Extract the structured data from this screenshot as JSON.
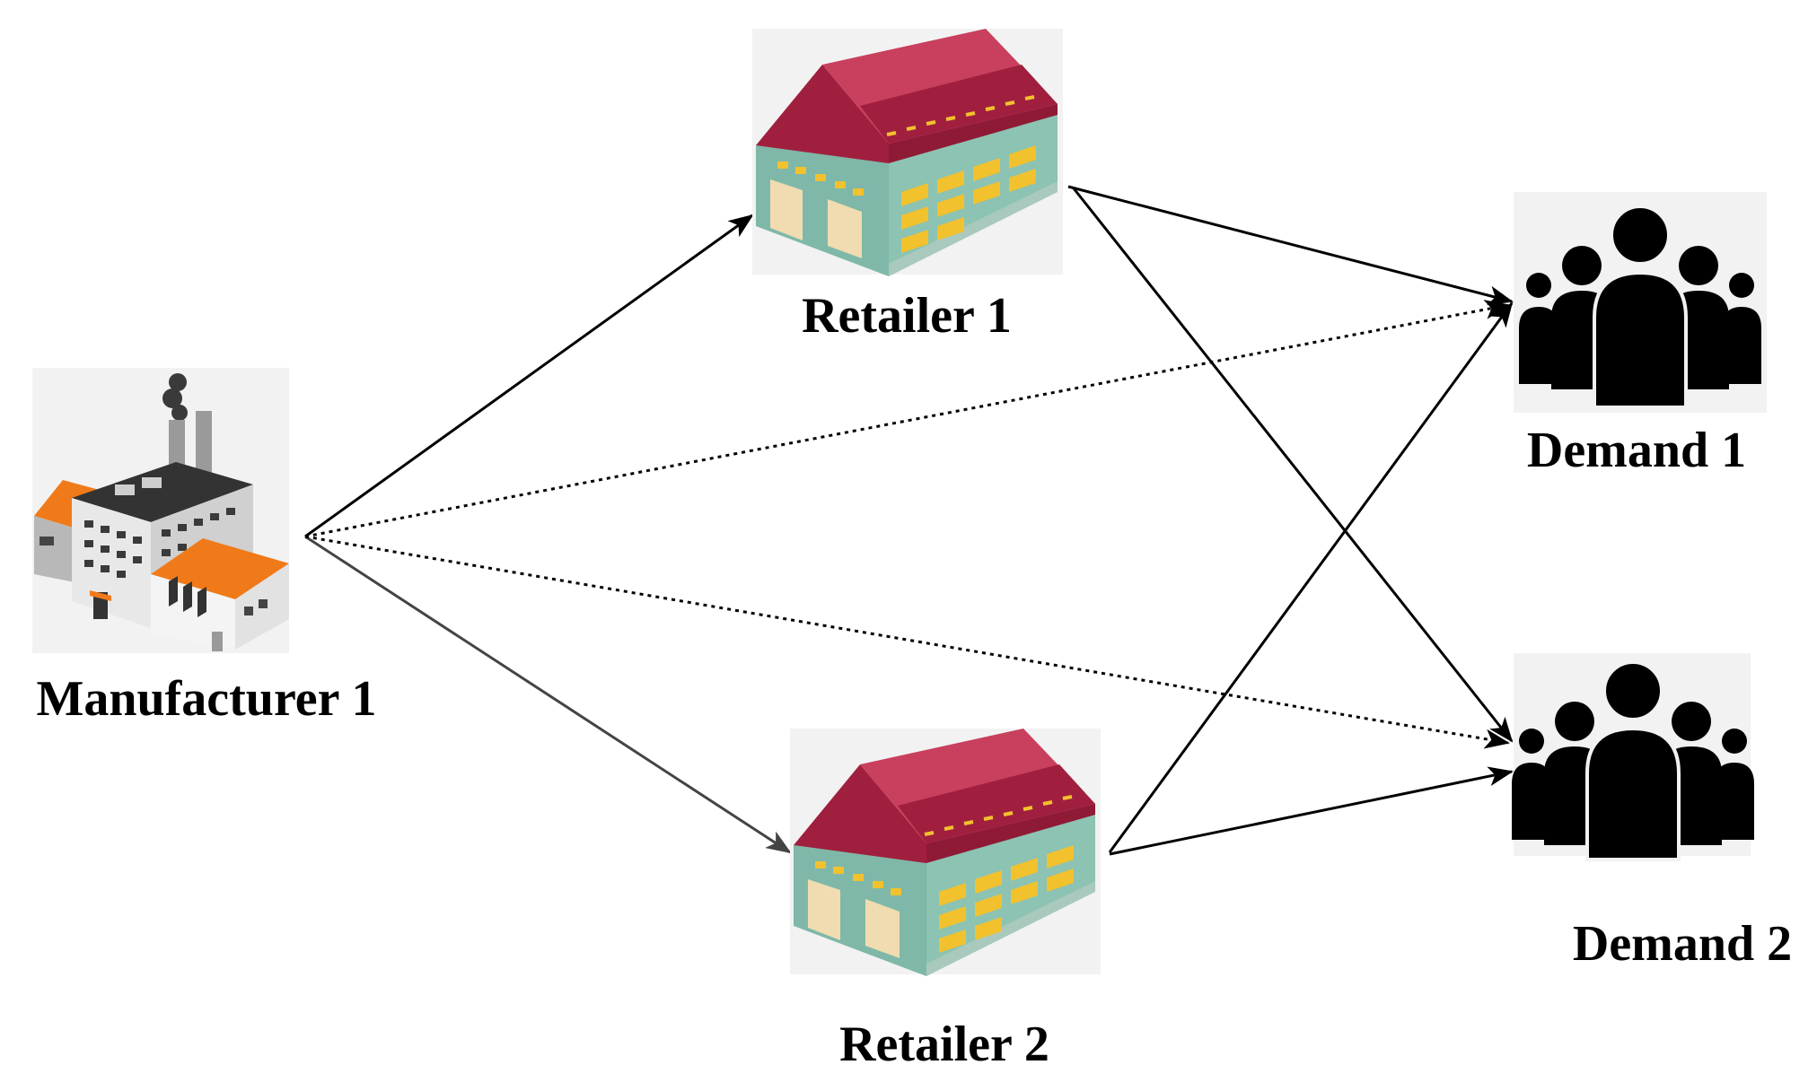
{
  "nodes": {
    "manufacturer": {
      "label": "Manufacturer 1",
      "icon": "factory-icon"
    },
    "retailer1": {
      "label": "Retailer 1",
      "icon": "warehouse-icon"
    },
    "retailer2": {
      "label": "Retailer 2",
      "icon": "warehouse-icon"
    },
    "demand1": {
      "label": "Demand 1",
      "icon": "people-group-icon"
    },
    "demand2": {
      "label": "Demand 2",
      "icon": "people-group-icon"
    }
  },
  "edges": [
    {
      "from": "Manufacturer 1",
      "to": "Retailer 1",
      "style": "solid"
    },
    {
      "from": "Manufacturer 1",
      "to": "Retailer 2",
      "style": "solid"
    },
    {
      "from": "Manufacturer 1",
      "to": "Demand 1",
      "style": "dotted"
    },
    {
      "from": "Manufacturer 1",
      "to": "Demand 2",
      "style": "dotted"
    },
    {
      "from": "Retailer 1",
      "to": "Demand 1",
      "style": "solid"
    },
    {
      "from": "Retailer 1",
      "to": "Demand 2",
      "style": "solid"
    },
    {
      "from": "Retailer 2",
      "to": "Demand 1",
      "style": "solid"
    },
    {
      "from": "Retailer 2",
      "to": "Demand 2",
      "style": "solid"
    }
  ],
  "colors": {
    "roof": "#a11f3e",
    "roof_light": "#c9405e",
    "wall": "#7fb8a8",
    "window": "#f2c12e",
    "factory_orange": "#f07a1a",
    "factory_wall": "#dcdcdc",
    "people": "#000000",
    "arrow": "#000000"
  }
}
